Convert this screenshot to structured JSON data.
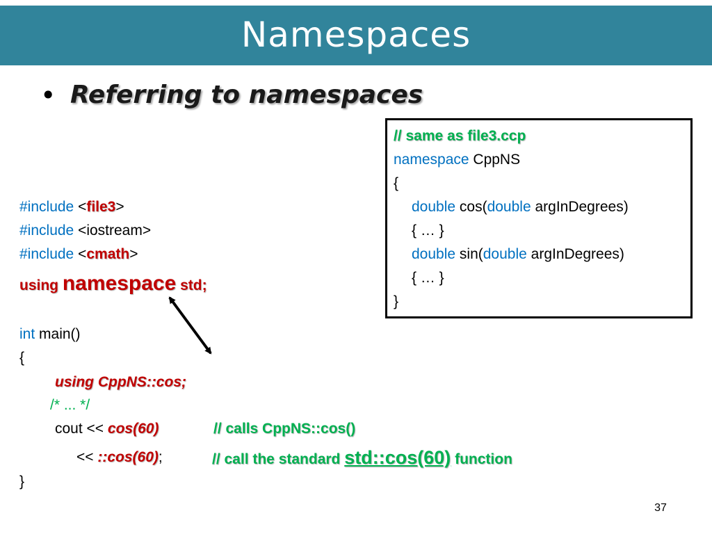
{
  "header": {
    "title": "Namespaces",
    "bullet": "•",
    "subtitle": "Referring to namespaces",
    "accent_color": "#31849b"
  },
  "box": {
    "comment": "// same as file3.ccp",
    "ns_kw": "namespace",
    "ns_name": " CppNS",
    "open": "{",
    "l1_kw": "double",
    "l1_a": " cos(",
    "l1_kw2": "double",
    "l1_b": " argInDegrees)",
    "l2": "{ … }",
    "l3_kw": "double",
    "l3_a": " sin(",
    "l3_kw2": "double",
    "l3_b": " argInDegrees)",
    "l4": "{ … }",
    "close": "}"
  },
  "main": {
    "inc1_kw": "#include",
    "inc1_a": " <",
    "inc1_hl": "file3",
    "inc1_b": ">",
    "inc2_kw": "#include",
    "inc2_rest": " <iostream>",
    "inc3_kw": "#include",
    "inc3_a": " <",
    "inc3_hl": "cmath",
    "inc3_b": ">",
    "using_a": "using ",
    "using_ns": "namespace",
    "using_b": " std;",
    "int_kw": "int",
    "main_rest": " main()",
    "open": "{",
    "using_cpp": "using CppNS::cos;",
    "comment_dots": "/* ... */",
    "cout_a": "cout << ",
    "cout_call": "cos(60)",
    "cout_comment": "// calls CppNS::cos()",
    "out_a": "<< ",
    "out_call": "::cos(60)",
    "out_semi": ";",
    "std_comment_a": "// call the standard ",
    "std_comment_big": "std::cos(60)",
    "std_comment_b": " function",
    "close": "}"
  },
  "footer": {
    "page_number": "37"
  }
}
